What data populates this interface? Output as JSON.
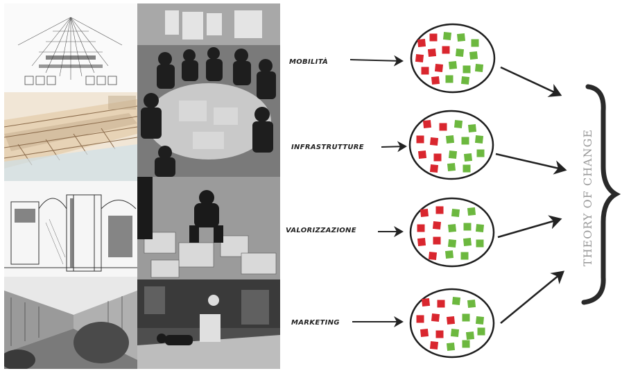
{
  "images": [
    {
      "name": "sketch-perspective-tower",
      "kind": "sketch"
    },
    {
      "name": "sketch-stairs-watercolor",
      "kind": "sketch"
    },
    {
      "name": "sketch-arcade-courtyard",
      "kind": "sketch"
    },
    {
      "name": "sketch-street-perspective",
      "kind": "sketch"
    },
    {
      "name": "photo-workshop-group",
      "kind": "photo-bw"
    },
    {
      "name": "photo-workshop-floor",
      "kind": "photo-bw"
    },
    {
      "name": "photo-workshop-drawing",
      "kind": "photo-bw"
    }
  ],
  "flow": {
    "inputs": [
      {
        "label": "MOBILITÀ"
      },
      {
        "label": "INFRASTRUTTURE"
      },
      {
        "label": "VALORIZZAZIONE"
      },
      {
        "label": "MARKETING"
      }
    ],
    "square_colors": {
      "red": "#d9262e",
      "green": "#6cb83f"
    },
    "outcome": {
      "label": "THEORY OF CHANGE"
    }
  }
}
